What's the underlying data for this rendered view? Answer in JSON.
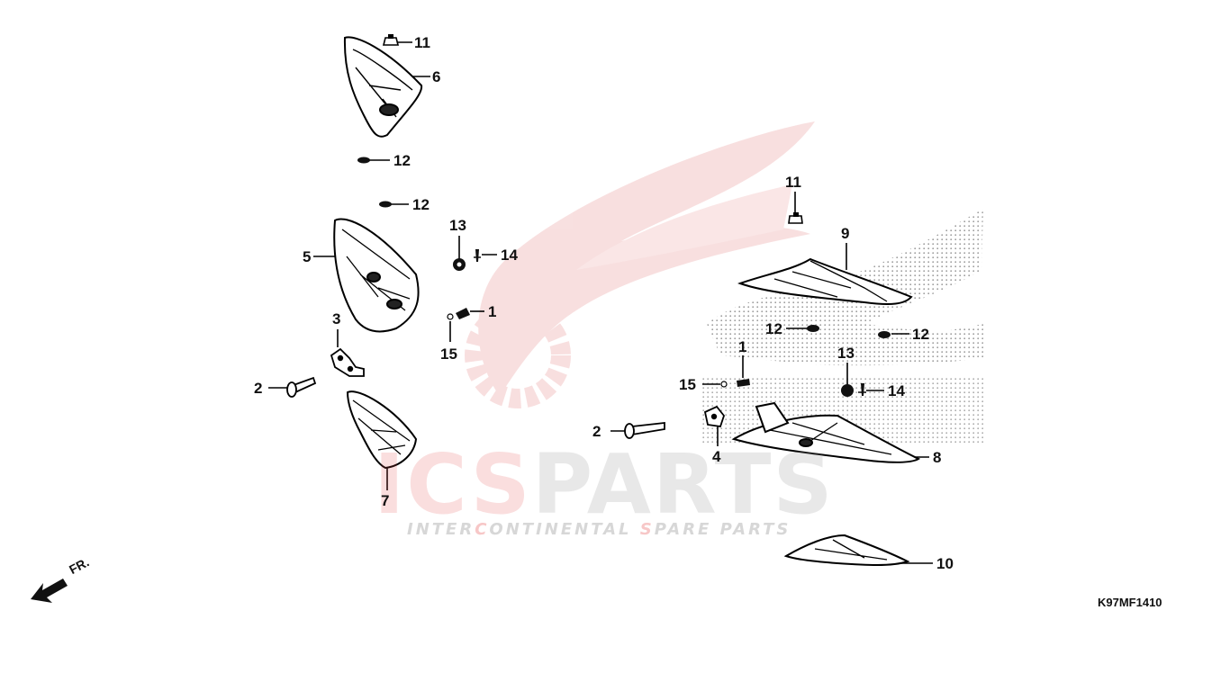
{
  "watermark": {
    "brand_red": "ICS",
    "brand_gray": "PARTS",
    "tagline_1": "INTER",
    "tagline_2": "C",
    "tagline_3": "ONTINENTAL ",
    "tagline_4": "S",
    "tagline_5": "PARE PARTS",
    "color_red": "#e64646",
    "color_gray": "#969696"
  },
  "ref_code": "K97MF1410",
  "direction_label": "FR.",
  "callouts": {
    "c11a": "11",
    "c6": "6",
    "c12a": "12",
    "c12b": "12",
    "c5": "5",
    "c13a": "13",
    "c14a": "14",
    "c1a": "1",
    "c15a": "15",
    "c3": "3",
    "c2a": "2",
    "c7": "7",
    "c11b": "11",
    "c9": "9",
    "c12c": "12",
    "c12d": "12",
    "c1b": "1",
    "c13b": "13",
    "c15b": "15",
    "c14b": "14",
    "c2b": "2",
    "c4": "4",
    "c8": "8",
    "c10": "10"
  }
}
